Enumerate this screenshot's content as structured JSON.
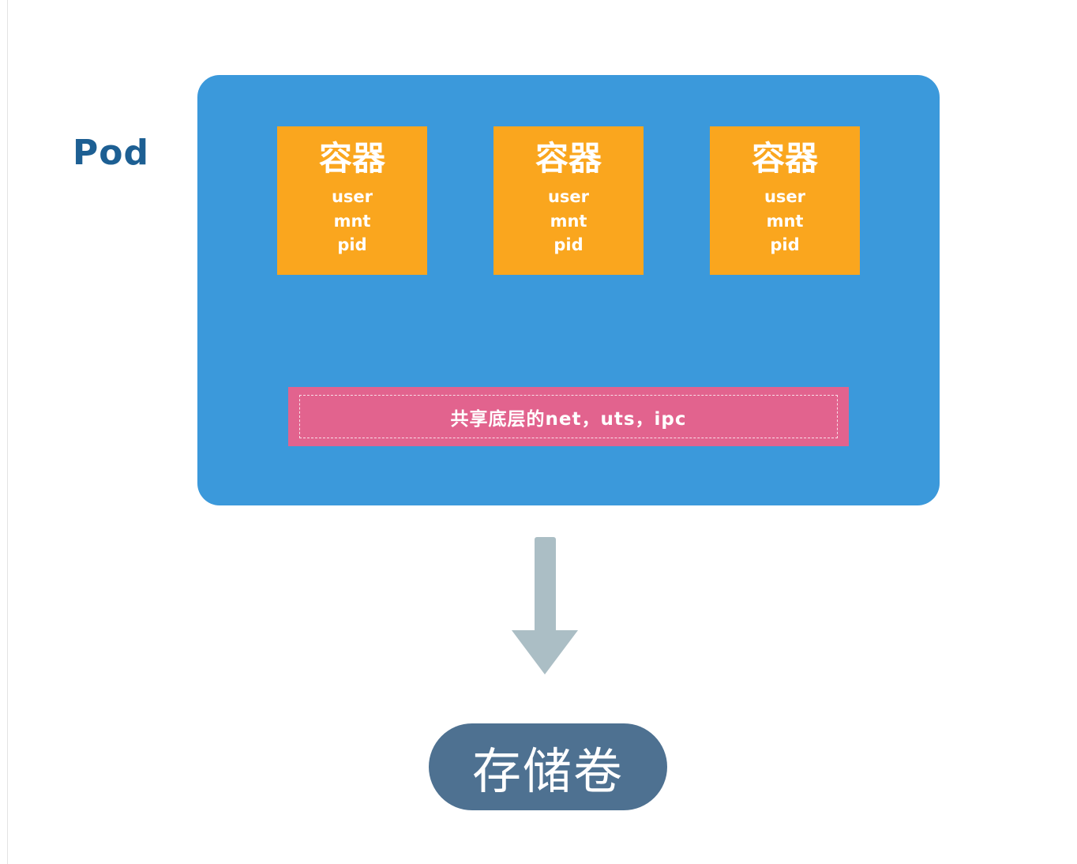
{
  "diagram": {
    "pod_label": "Pod",
    "containers": [
      {
        "title": "容器",
        "lines": [
          "user",
          "mnt",
          "pid"
        ]
      },
      {
        "title": "容器",
        "lines": [
          "user",
          "mnt",
          "pid"
        ]
      },
      {
        "title": "容器",
        "lines": [
          "user",
          "mnt",
          "pid"
        ]
      }
    ],
    "shared_namespaces_label": "共享底层的net，uts，ipc",
    "storage_volume_label": "存储卷",
    "colors": {
      "pod_box": "#3B99DB",
      "container_box": "#FAA61E",
      "shared_bar": "#E2638E",
      "storage_pill": "#4E7191",
      "arrow": "#ABBEC5",
      "pod_label_text": "#1D5F93"
    }
  }
}
